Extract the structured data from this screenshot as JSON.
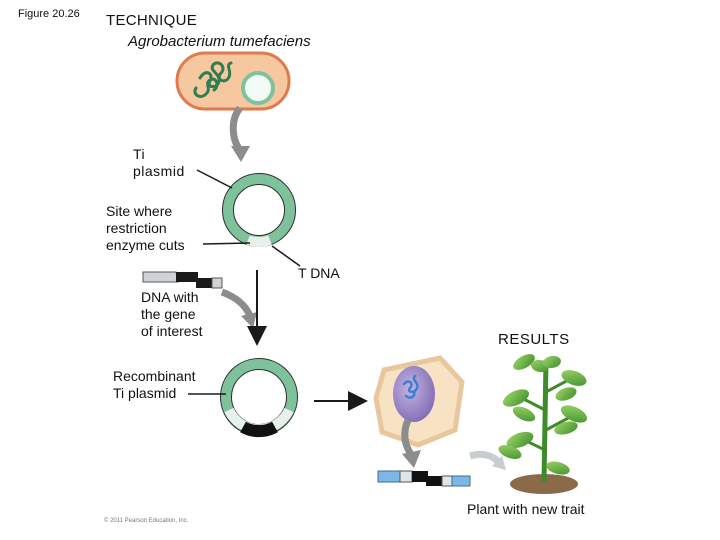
{
  "figure_label": "Figure 20.26",
  "technique_heading": "TECHNIQUE",
  "organism_name": "Agrobacterium tumefaciens",
  "labels": {
    "ti_plasmid": "Ti\nplasmid",
    "restriction_site": "Site where\nrestriction\nenzyme cuts",
    "t_dna": "T DNA",
    "dna_gene": "DNA with\nthe gene\nof interest",
    "results": "RESULTS",
    "recombinant": "Recombinant\nTi plasmid",
    "plant_trait": "Plant with new trait"
  },
  "copyright": "© 2011 Pearson Education, Inc.",
  "colors": {
    "bacterium_fill": "#f6c8a0",
    "bacterium_outline": "#e07a4e",
    "plasmid_green": "#7dc29a",
    "chromosome": "#3a8a5c",
    "arrow_gray": "#8a8a8a",
    "nucleus": "#9a86c4",
    "cell_fill": "#f8e2c4",
    "leaf_green": "#5fae3e"
  }
}
